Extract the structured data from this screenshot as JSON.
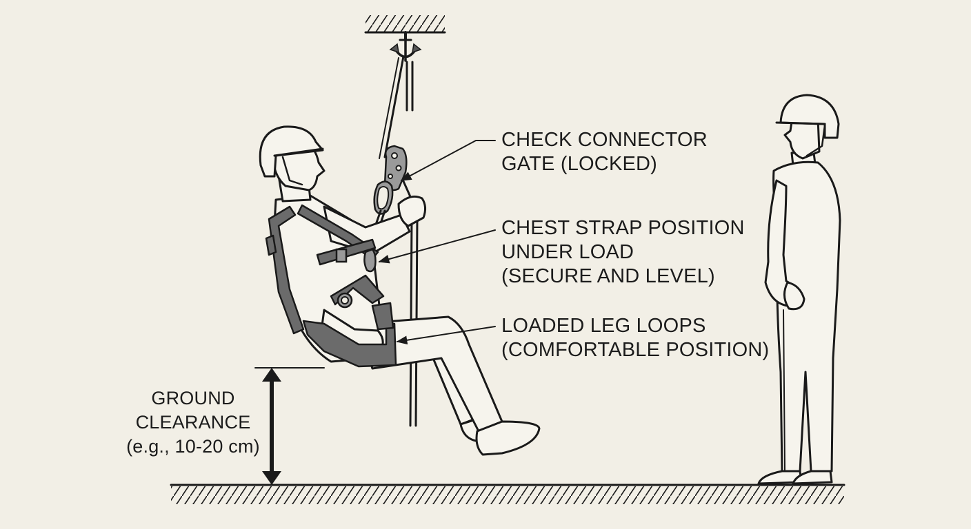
{
  "labels": {
    "connector": [
      "CHECK CONNECTOR",
      "GATE (LOCKED)"
    ],
    "chest": [
      "CHEST STRAP POSITION",
      "UNDER LOAD",
      "(SECURE AND LEVEL)"
    ],
    "leg": [
      "LOADED LEG LOOPS",
      "(COMFORTABLE POSITION)"
    ],
    "ground": [
      "GROUND",
      "CLEARANCE",
      "(e.g., 10-20 cm)"
    ]
  },
  "colors": {
    "background": "#f2efe6",
    "ink": "#1a1a1a",
    "strap": "#6b6b6b",
    "metal": "#9a9a9a"
  },
  "icons": [
    "anchor-icon",
    "rope-grab-icon",
    "carabiner-icon"
  ]
}
